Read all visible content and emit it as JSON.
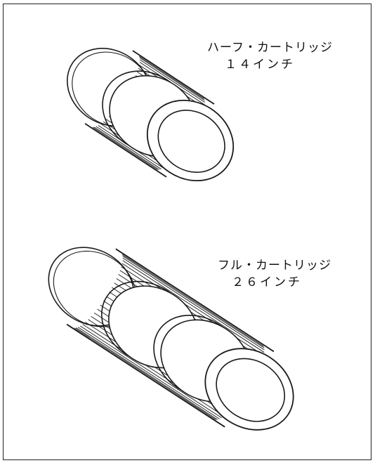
{
  "half_cartridge": {
    "title": "ハーフ・カートリッジ",
    "size": "１４インチ"
  },
  "full_cartridge": {
    "title": "フル・カートリッジ",
    "size": "２６インチ"
  },
  "colors": {
    "line": "#1a1a1a",
    "background": "#ffffff"
  }
}
